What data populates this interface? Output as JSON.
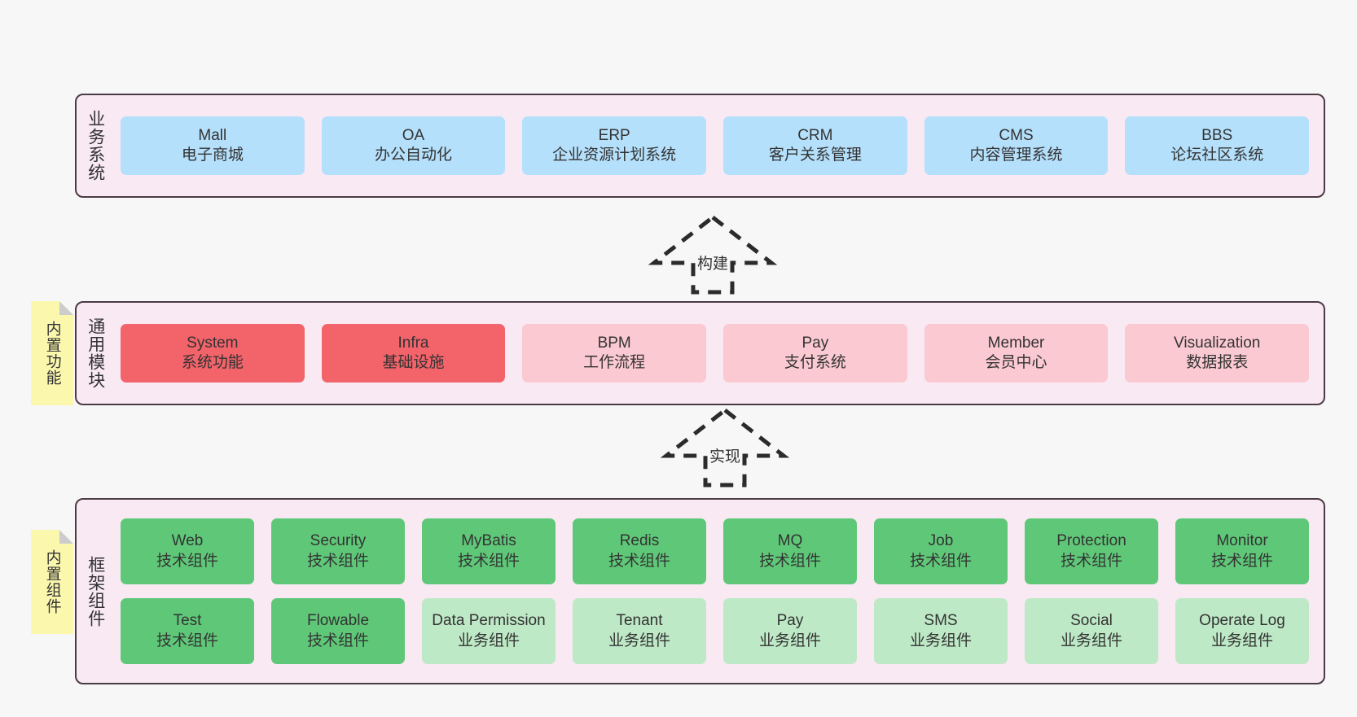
{
  "diagram": {
    "background_color": "#f7f7f7",
    "layer_fill": "#f8e9f3",
    "layer_border": "#4b3b45",
    "note_fill": "#fbf8ae",
    "note_fold": "#cccccc"
  },
  "layers": [
    {
      "id": "business",
      "title": "业务系统",
      "rows": [
        {
          "cards": [
            {
              "name": "Mall",
              "sub": "电子商城",
              "color": "#b5e0fb",
              "tone": "blue"
            },
            {
              "name": "OA",
              "sub": "办公自动化",
              "color": "#b5e0fb",
              "tone": "blue"
            },
            {
              "name": "ERP",
              "sub": "企业资源计划系统",
              "color": "#b5e0fb",
              "tone": "blue"
            },
            {
              "name": "CRM",
              "sub": "客户关系管理",
              "color": "#b5e0fb",
              "tone": "blue"
            },
            {
              "name": "CMS",
              "sub": "内容管理系统",
              "color": "#b5e0fb",
              "tone": "blue"
            },
            {
              "name": "BBS",
              "sub": "论坛社区系统",
              "color": "#b5e0fb",
              "tone": "blue"
            }
          ]
        }
      ]
    },
    {
      "id": "common",
      "title": "通用模块",
      "note": "内置功能",
      "rows": [
        {
          "cards": [
            {
              "name": "System",
              "sub": "系统功能",
              "color": "#f2636a",
              "tone": "red"
            },
            {
              "name": "Infra",
              "sub": "基础设施",
              "color": "#f2636a",
              "tone": "red"
            },
            {
              "name": "BPM",
              "sub": "工作流程",
              "color": "#fbc9d1",
              "tone": "pink"
            },
            {
              "name": "Pay",
              "sub": "支付系统",
              "color": "#fbc9d1",
              "tone": "pink"
            },
            {
              "name": "Member",
              "sub": "会员中心",
              "color": "#fbc9d1",
              "tone": "pink"
            },
            {
              "name": "Visualization",
              "sub": "数据报表",
              "color": "#fbc9d1",
              "tone": "pink"
            }
          ]
        }
      ]
    },
    {
      "id": "framework",
      "title": "框架组件",
      "note": "内置组件",
      "rows": [
        {
          "cards": [
            {
              "name": "Web",
              "sub": "技术组件",
              "color": "#5fc878",
              "tone": "green"
            },
            {
              "name": "Security",
              "sub": "技术组件",
              "color": "#5fc878",
              "tone": "green"
            },
            {
              "name": "MyBatis",
              "sub": "技术组件",
              "color": "#5fc878",
              "tone": "green"
            },
            {
              "name": "Redis",
              "sub": "技术组件",
              "color": "#5fc878",
              "tone": "green"
            },
            {
              "name": "MQ",
              "sub": "技术组件",
              "color": "#5fc878",
              "tone": "green"
            },
            {
              "name": "Job",
              "sub": "技术组件",
              "color": "#5fc878",
              "tone": "green"
            },
            {
              "name": "Protection",
              "sub": "技术组件",
              "color": "#5fc878",
              "tone": "green"
            },
            {
              "name": "Monitor",
              "sub": "技术组件",
              "color": "#5fc878",
              "tone": "green"
            }
          ]
        },
        {
          "cards": [
            {
              "name": "Test",
              "sub": "技术组件",
              "color": "#5fc878",
              "tone": "green"
            },
            {
              "name": "Flowable",
              "sub": "技术组件",
              "color": "#5fc878",
              "tone": "green"
            },
            {
              "name": "Data Permission",
              "sub": "业务组件",
              "color": "#bee9c6",
              "tone": "lgreen"
            },
            {
              "name": "Tenant",
              "sub": "业务组件",
              "color": "#bee9c6",
              "tone": "lgreen"
            },
            {
              "name": "Pay",
              "sub": "业务组件",
              "color": "#bee9c6",
              "tone": "lgreen"
            },
            {
              "name": "SMS",
              "sub": "业务组件",
              "color": "#bee9c6",
              "tone": "lgreen"
            },
            {
              "name": "Social",
              "sub": "业务组件",
              "color": "#bee9c6",
              "tone": "lgreen"
            },
            {
              "name": "Operate Log",
              "sub": "业务组件",
              "color": "#bee9c6",
              "tone": "lgreen"
            }
          ]
        }
      ]
    }
  ],
  "connectors": [
    {
      "id": "build",
      "label": "构建",
      "style": "dashed-up-arrow",
      "from": "common",
      "to": "business"
    },
    {
      "id": "implement",
      "label": "实现",
      "style": "dashed-up-arrow",
      "from": "framework",
      "to": "common"
    }
  ]
}
